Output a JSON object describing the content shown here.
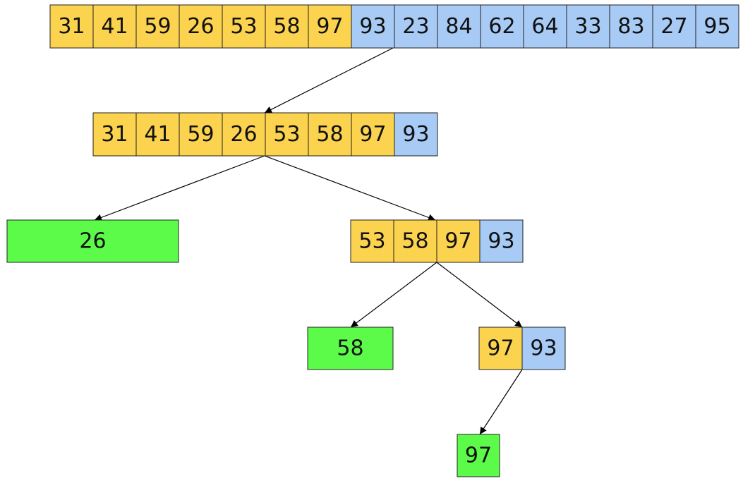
{
  "colors": {
    "unsorted": "#fcd34f",
    "pivot_side": "#a8cbf6",
    "found": "#5cfb4a",
    "border": "#222222",
    "arrow": "#000000"
  },
  "nodes": [
    {
      "id": "root",
      "cells": [
        {
          "value": "31",
          "kind": "unsorted"
        },
        {
          "value": "41",
          "kind": "unsorted"
        },
        {
          "value": "59",
          "kind": "unsorted"
        },
        {
          "value": "26",
          "kind": "unsorted"
        },
        {
          "value": "53",
          "kind": "unsorted"
        },
        {
          "value": "58",
          "kind": "unsorted"
        },
        {
          "value": "97",
          "kind": "unsorted"
        },
        {
          "value": "93",
          "kind": "pivot_side"
        },
        {
          "value": "23",
          "kind": "pivot_side"
        },
        {
          "value": "84",
          "kind": "pivot_side"
        },
        {
          "value": "62",
          "kind": "pivot_side"
        },
        {
          "value": "64",
          "kind": "pivot_side"
        },
        {
          "value": "33",
          "kind": "pivot_side"
        },
        {
          "value": "83",
          "kind": "pivot_side"
        },
        {
          "value": "27",
          "kind": "pivot_side"
        },
        {
          "value": "95",
          "kind": "pivot_side"
        }
      ]
    },
    {
      "id": "level1",
      "cells": [
        {
          "value": "31",
          "kind": "unsorted"
        },
        {
          "value": "41",
          "kind": "unsorted"
        },
        {
          "value": "59",
          "kind": "unsorted"
        },
        {
          "value": "26",
          "kind": "unsorted"
        },
        {
          "value": "53",
          "kind": "unsorted"
        },
        {
          "value": "58",
          "kind": "unsorted"
        },
        {
          "value": "97",
          "kind": "unsorted"
        },
        {
          "value": "93",
          "kind": "pivot_side"
        }
      ]
    },
    {
      "id": "leaf-26",
      "cells": [
        {
          "value": "26",
          "kind": "found"
        }
      ]
    },
    {
      "id": "level2",
      "cells": [
        {
          "value": "53",
          "kind": "unsorted"
        },
        {
          "value": "58",
          "kind": "unsorted"
        },
        {
          "value": "97",
          "kind": "unsorted"
        },
        {
          "value": "93",
          "kind": "pivot_side"
        }
      ]
    },
    {
      "id": "leaf-58",
      "cells": [
        {
          "value": "58",
          "kind": "found"
        }
      ]
    },
    {
      "id": "level3",
      "cells": [
        {
          "value": "97",
          "kind": "unsorted"
        },
        {
          "value": "93",
          "kind": "pivot_side"
        }
      ]
    },
    {
      "id": "leaf-97",
      "cells": [
        {
          "value": "97",
          "kind": "found"
        }
      ]
    }
  ],
  "edges": [
    {
      "from": "root",
      "to": "level1"
    },
    {
      "from": "level1",
      "to": "leaf-26"
    },
    {
      "from": "level1",
      "to": "level2"
    },
    {
      "from": "level2",
      "to": "leaf-58"
    },
    {
      "from": "level2",
      "to": "level3"
    },
    {
      "from": "level3",
      "to": "leaf-97"
    }
  ]
}
